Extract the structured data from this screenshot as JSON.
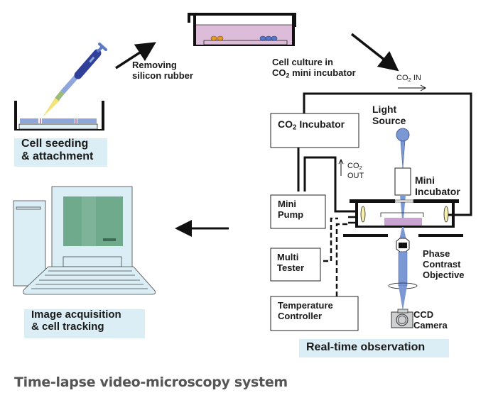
{
  "caption": "Time-lapse video-microscopy system",
  "steps": {
    "seeding": {
      "line1": "Cell seeding",
      "line2": "& attachment"
    },
    "removing": {
      "line1": "Removing",
      "line2": "silicon rubber"
    },
    "culture": {
      "line1": "Cell culture in",
      "line2_pre": "CO",
      "line2_sub": "2",
      "line2_post": " mini incubator"
    },
    "acquisition": {
      "line1": "Image acquisition",
      "line2": "& cell tracking"
    },
    "observation": {
      "label": "Real-time observation"
    }
  },
  "components": {
    "co2_in": {
      "pre": "CO",
      "sub": "2",
      "post": " IN"
    },
    "co2_out": {
      "pre": "CO",
      "sub": "2",
      "line2": "OUT"
    },
    "co2_incubator": {
      "pre": "CO",
      "sub": "2",
      "post": " Incubator"
    },
    "light_source": {
      "line1": "Light",
      "line2": "Source"
    },
    "mini_incubator": {
      "line1": "Mini",
      "line2": "Incubator"
    },
    "mini_pump": {
      "line1": "Mini",
      "line2": "Pump"
    },
    "multi_tester": {
      "line1": "Multi",
      "line2": "Tester"
    },
    "temperature_controller": {
      "line1": "Temperature",
      "line2": "Controller"
    },
    "phase_objective": {
      "line1": "Phase",
      "line2": "Contrast",
      "line3": "Objective"
    },
    "ccd_camera": {
      "line1": "CCD",
      "line2": "Camera"
    }
  },
  "colors": {
    "label_bg": "#dbeef5",
    "medium": "#dcbcd8",
    "light_beam": "#7b97d4",
    "pipette": "#2f3f9a",
    "cells_orange": "#e39a22",
    "cells_blue": "#5577c8",
    "monitor_screen": "#6faa8c",
    "computer_body": "#dbeef5"
  }
}
